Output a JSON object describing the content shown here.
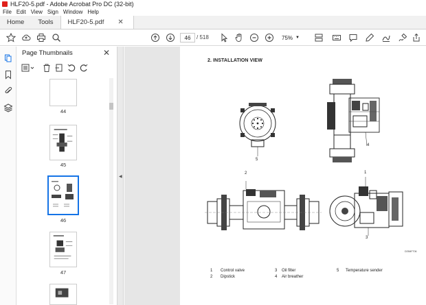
{
  "window": {
    "title": "HLF20-5.pdf - Adobe Acrobat Pro DC (32-bit)"
  },
  "menu": [
    "File",
    "Edit",
    "View",
    "Sign",
    "Window",
    "Help"
  ],
  "tabs": {
    "home": "Home",
    "tools": "Tools",
    "doc": "HLF20-5.pdf"
  },
  "toolbar": {
    "page_current": "46",
    "page_total": "/  518",
    "zoom": "75%"
  },
  "panel": {
    "title": "Page Thumbnails",
    "thumbnails": [
      {
        "label": "44"
      },
      {
        "label": "45"
      },
      {
        "label": "46",
        "selected": true
      },
      {
        "label": "47"
      }
    ]
  },
  "document": {
    "heading": "2. INSTALLATION VIEW",
    "drawing_code": "D25MFT06",
    "callouts": [
      "5",
      "4",
      "2",
      "1",
      "3"
    ],
    "legend": [
      {
        "num": "1",
        "label": "Control valve"
      },
      {
        "num": "2",
        "label": "Dipstick"
      },
      {
        "num": "3",
        "label": "Oil filter"
      },
      {
        "num": "4",
        "label": "Air breather"
      },
      {
        "num": "5",
        "label": "Temperature sender"
      }
    ]
  },
  "colors": {
    "accent": "#1473e6",
    "selected_border": "#1473e6"
  }
}
